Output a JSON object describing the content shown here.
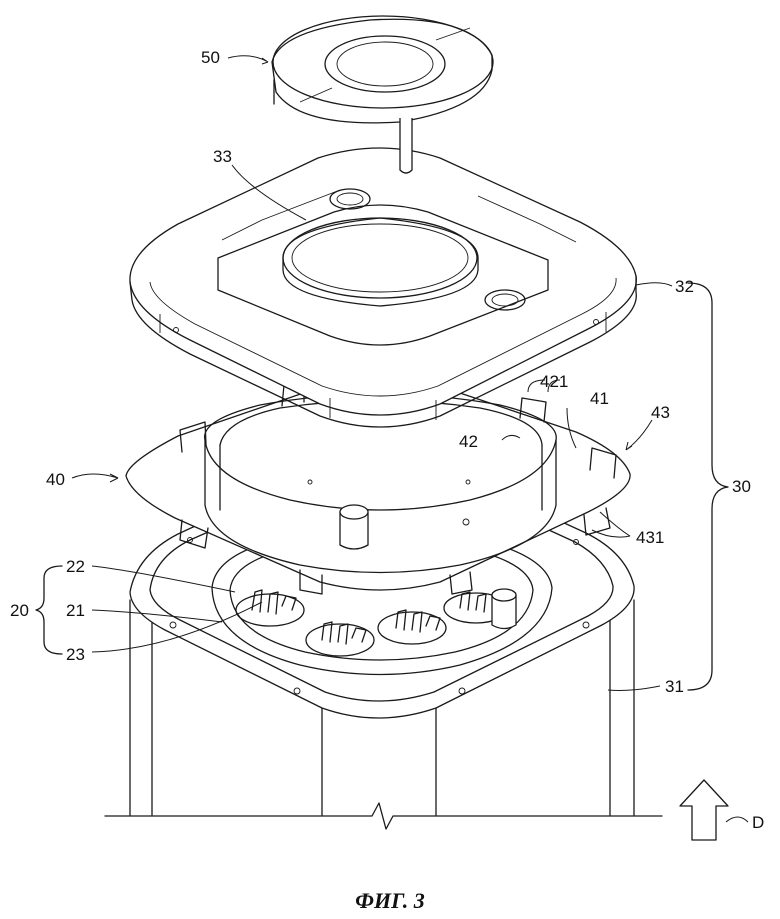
{
  "figure": {
    "caption": "ФИГ. 3",
    "labels": {
      "l50": "50",
      "l33": "33",
      "l32": "32",
      "l421": "421",
      "l41": "41",
      "l43": "43",
      "l42": "42",
      "l40": "40",
      "l30": "30",
      "l431": "431",
      "l22": "22",
      "l21": "21",
      "l20": "20",
      "l23": "23",
      "l31": "31",
      "lD": "D"
    }
  }
}
